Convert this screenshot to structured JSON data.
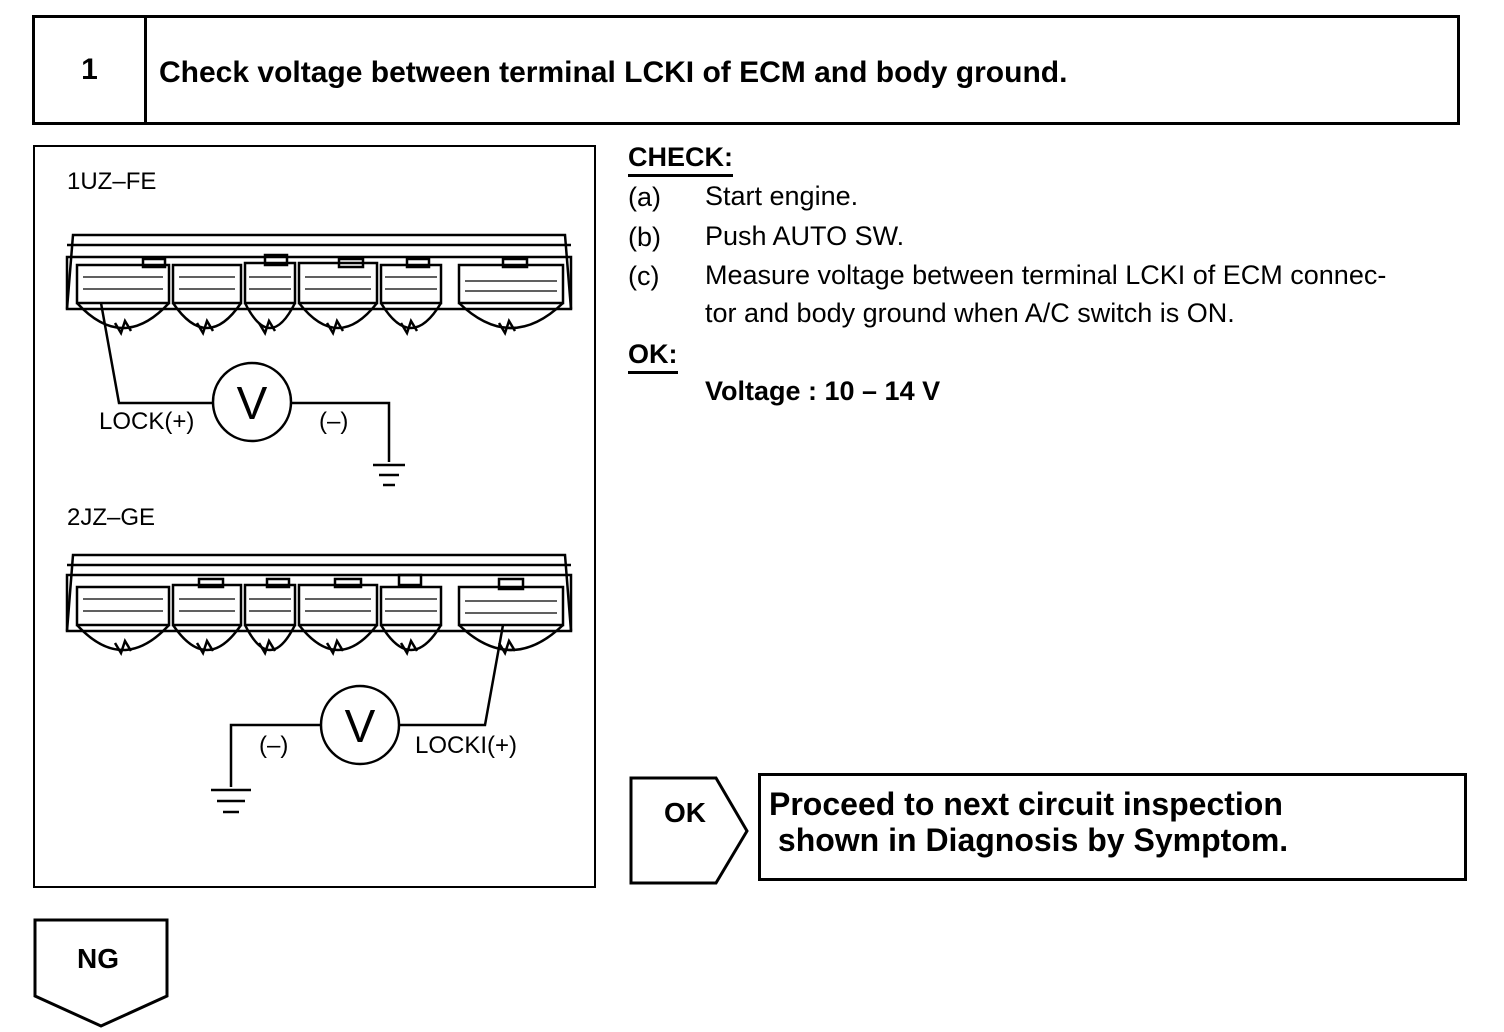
{
  "step": {
    "number": "1",
    "title": "Check voltage between terminal LCKI of ECM and body ground."
  },
  "diagram": {
    "top_engine_label": "1UZ–FE",
    "bottom_engine_label": "2JZ–GE",
    "top_positive_label": "LOCK(+)",
    "top_negative_label": "(–)",
    "bottom_positive_label": "LOCKI(+)",
    "bottom_negative_label": "(–)",
    "meter_symbol": "V"
  },
  "check": {
    "heading": "CHECK:",
    "steps": [
      {
        "letter": "(a)",
        "text": "Start engine."
      },
      {
        "letter": "(b)",
        "text": "Push AUTO SW."
      },
      {
        "letter": "(c)",
        "text_line1": "Measure voltage between terminal LCKI of ECM connec-",
        "text_line2": "tor and body ground when A/C switch is ON."
      }
    ]
  },
  "ok": {
    "heading": "OK:",
    "spec": "Voltage : 10 – 14 V"
  },
  "result": {
    "ok_label": "OK",
    "ok_text_line1": "Proceed to next circuit inspection",
    "ok_text_line2": " shown in Diagnosis by Symptom.",
    "ng_label": "NG"
  }
}
